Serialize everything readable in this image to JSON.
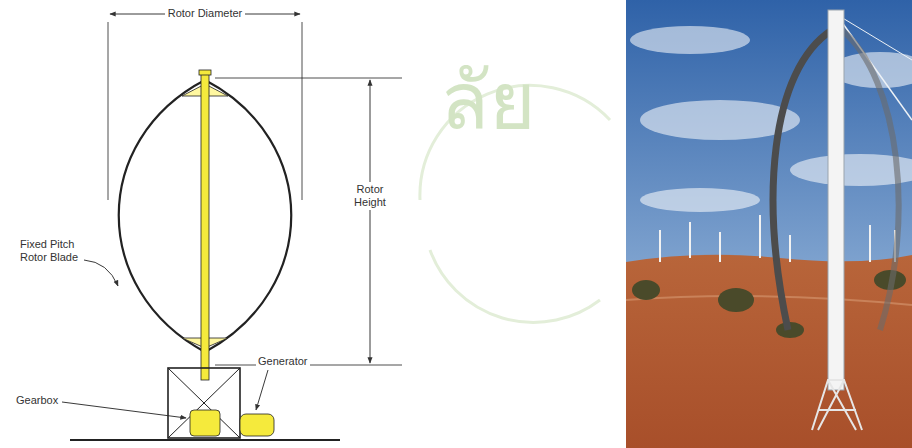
{
  "diagram": {
    "labels": [
      "Rotor Diameter",
      "Rotor Height",
      "Fixed Pitch Rotor Blade",
      "Gearbox",
      "Generator",
      "ลัย"
    ]
  }
}
